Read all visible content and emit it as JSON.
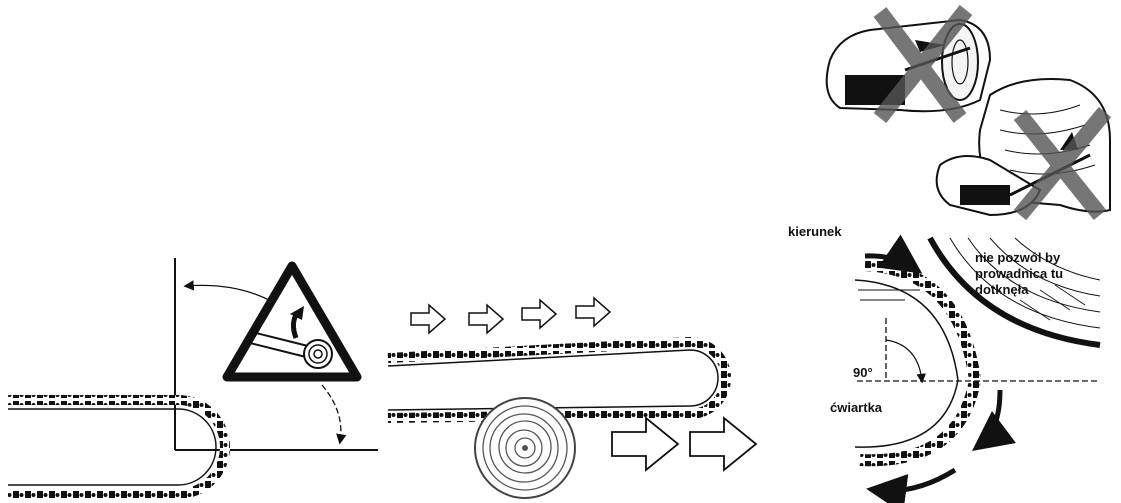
{
  "labels": {
    "direction": "kierunek",
    "warning_line1": "nie pozwól by",
    "warning_line2": "prowadnica tu",
    "warning_line3": "dotknęła",
    "angle": "90°",
    "quarter": "ćwiartka"
  },
  "colors": {
    "ink": "#111111",
    "cross": "#555555",
    "background": "#ffffff"
  },
  "icons": [
    "kickback-warning-icon",
    "right-arrow-icon",
    "prohibited-cross-icon"
  ]
}
